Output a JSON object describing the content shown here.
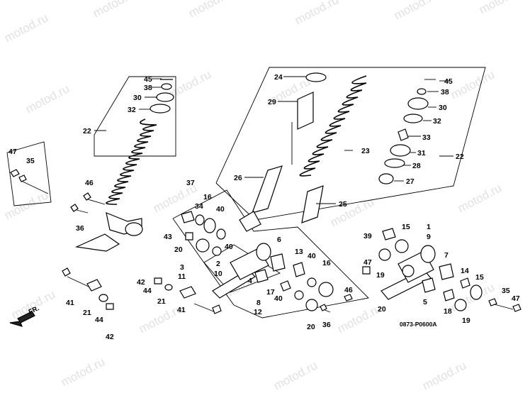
{
  "watermark": "motod.ru",
  "diagram_code": "0873-P0600A",
  "front_label": "FR.",
  "labels": [
    {
      "id": "l45a",
      "text": "45"
    },
    {
      "id": "l38a",
      "text": "38"
    },
    {
      "id": "l30a",
      "text": "30"
    },
    {
      "id": "l32a",
      "text": "32"
    },
    {
      "id": "l22a",
      "text": "22"
    },
    {
      "id": "l47a",
      "text": "47"
    },
    {
      "id": "l35a",
      "text": "35"
    },
    {
      "id": "l46a",
      "text": "46"
    },
    {
      "id": "l36a",
      "text": "36"
    },
    {
      "id": "l41a",
      "text": "41"
    },
    {
      "id": "l21a",
      "text": "21"
    },
    {
      "id": "l44a",
      "text": "44"
    },
    {
      "id": "l42a",
      "text": "42"
    },
    {
      "id": "l24",
      "text": "24"
    },
    {
      "id": "l29",
      "text": "29"
    },
    {
      "id": "l26",
      "text": "26"
    },
    {
      "id": "l23",
      "text": "23"
    },
    {
      "id": "l25",
      "text": "25"
    },
    {
      "id": "l45b",
      "text": "45"
    },
    {
      "id": "l38b",
      "text": "38"
    },
    {
      "id": "l30b",
      "text": "30"
    },
    {
      "id": "l32b",
      "text": "32"
    },
    {
      "id": "l33",
      "text": "33"
    },
    {
      "id": "l31",
      "text": "31"
    },
    {
      "id": "l28",
      "text": "28"
    },
    {
      "id": "l27",
      "text": "27"
    },
    {
      "id": "l22b",
      "text": "22"
    },
    {
      "id": "l37",
      "text": "37"
    },
    {
      "id": "l16a",
      "text": "16"
    },
    {
      "id": "l34",
      "text": "34"
    },
    {
      "id": "l40a",
      "text": "40"
    },
    {
      "id": "l43",
      "text": "43"
    },
    {
      "id": "l20a",
      "text": "20"
    },
    {
      "id": "l40b",
      "text": "40"
    },
    {
      "id": "l3",
      "text": "3"
    },
    {
      "id": "l11",
      "text": "11"
    },
    {
      "id": "l2",
      "text": "2"
    },
    {
      "id": "l10",
      "text": "10"
    },
    {
      "id": "l6",
      "text": "6"
    },
    {
      "id": "l4",
      "text": "4"
    },
    {
      "id": "l13",
      "text": "13"
    },
    {
      "id": "l40c",
      "text": "40"
    },
    {
      "id": "l16b",
      "text": "16"
    },
    {
      "id": "l42b",
      "text": "42"
    },
    {
      "id": "l44b",
      "text": "44"
    },
    {
      "id": "l17",
      "text": "17"
    },
    {
      "id": "l8",
      "text": "8"
    },
    {
      "id": "l12",
      "text": "12"
    },
    {
      "id": "l40d",
      "text": "40"
    },
    {
      "id": "l21b",
      "text": "21"
    },
    {
      "id": "l41b",
      "text": "41"
    },
    {
      "id": "l20b",
      "text": "20"
    },
    {
      "id": "l36b",
      "text": "36"
    },
    {
      "id": "l46b",
      "text": "46"
    },
    {
      "id": "l39",
      "text": "39"
    },
    {
      "id": "l15a",
      "text": "15"
    },
    {
      "id": "l1",
      "text": "1"
    },
    {
      "id": "l9",
      "text": "9"
    },
    {
      "id": "l47b",
      "text": "47"
    },
    {
      "id": "l19a",
      "text": "19"
    },
    {
      "id": "l20c",
      "text": "20"
    },
    {
      "id": "l7",
      "text": "7"
    },
    {
      "id": "l14",
      "text": "14"
    },
    {
      "id": "l15b",
      "text": "15"
    },
    {
      "id": "l5",
      "text": "5"
    },
    {
      "id": "l18",
      "text": "18"
    },
    {
      "id": "l19b",
      "text": "19"
    },
    {
      "id": "l35b",
      "text": "35"
    },
    {
      "id": "l47c",
      "text": "47"
    }
  ]
}
